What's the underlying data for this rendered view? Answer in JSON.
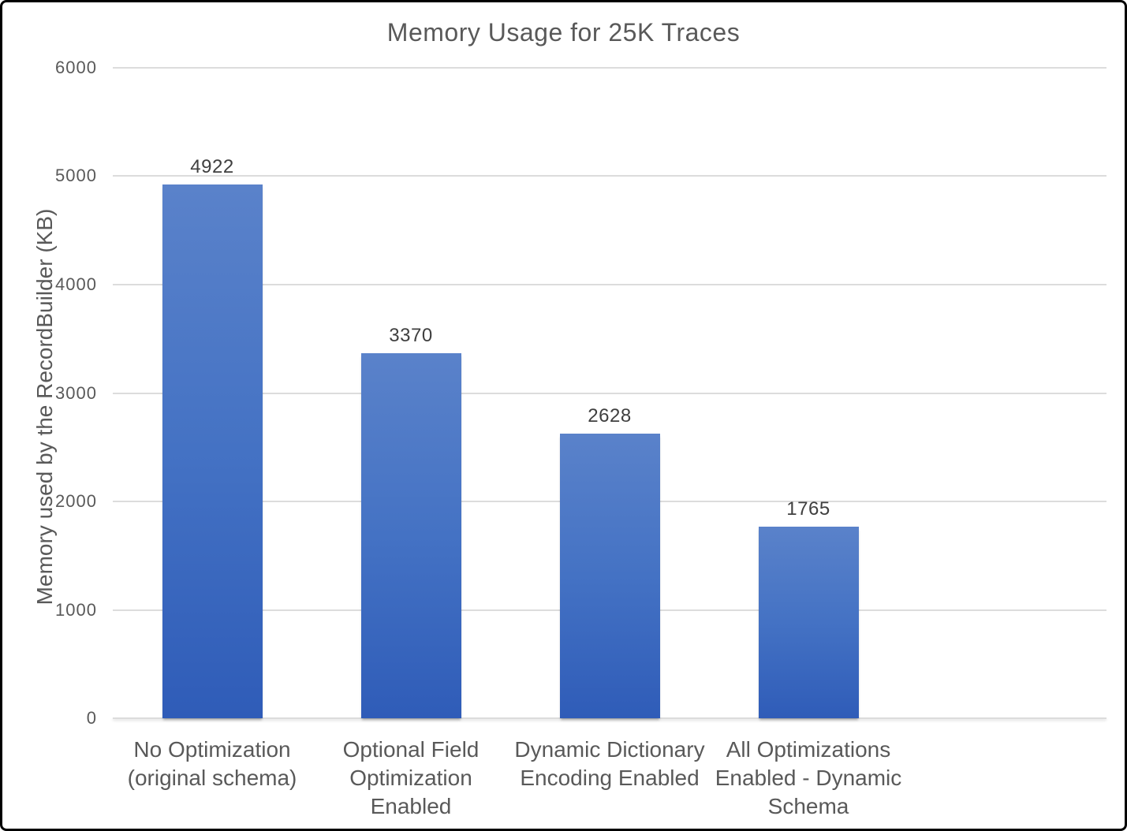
{
  "chart_data": {
    "type": "bar",
    "title": "Memory Usage for 25K Traces",
    "xlabel": "",
    "ylabel": "Memory used by the RecordBuilder (KB)",
    "categories": [
      "No Optimization\n(original schema)",
      "Optional Field\nOptimization\nEnabled",
      "Dynamic Dictionary\nEncoding Enabled",
      "All Optimizations\nEnabled - Dynamic\nSchema"
    ],
    "values": [
      4922,
      3370,
      2628,
      1765
    ],
    "data_labels": [
      "4922",
      "3370",
      "2628",
      "1765"
    ],
    "ylim": [
      0,
      6000
    ],
    "yticks": [
      0,
      1000,
      2000,
      3000,
      4000,
      5000,
      6000
    ],
    "grid": true,
    "legend_position": "none",
    "colors": {
      "bar_gradient_top": "#5a82ca",
      "bar_gradient_mid": "#4472c4",
      "bar_gradient_bottom": "#2f5cb8",
      "gridline": "#dcdcdc",
      "title_text": "#595959",
      "axis_text": "#595959",
      "data_label_text": "#3f3f3f",
      "background": "#ffffff",
      "frame_border": "#000000"
    }
  }
}
